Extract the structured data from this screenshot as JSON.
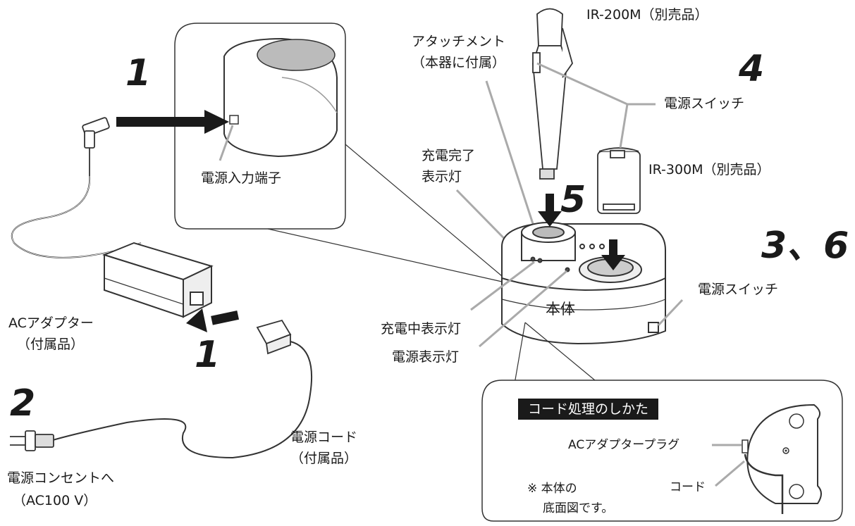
{
  "steps": {
    "s1_top": "1",
    "s1_mid": "1",
    "s2": "2",
    "s3_6": "3、6",
    "s4": "4",
    "s5": "5"
  },
  "labels": {
    "ir200m": "IR-200M（別売品）",
    "ir300m": "IR-300M（別売品）",
    "attachment_1": "アタッチメント",
    "attachment_2": "（本器に付属）",
    "power_switch_mic": "電源スイッチ",
    "power_switch_body": "電源スイッチ",
    "charge_complete_1": "充電完了",
    "charge_complete_2": "表示灯",
    "power_input": "電源入力端子",
    "charging_lamp": "充電中表示灯",
    "power_lamp": "電源表示灯",
    "body": "本体",
    "ac_adapter_1": "ACアダプター",
    "ac_adapter_2": "（付属品）",
    "power_cord_1": "電源コード",
    "power_cord_2": "（付属品）",
    "outlet_1": "電源コンセントへ",
    "outlet_2": "（AC100 V）"
  },
  "inset": {
    "title": "コード処理のしかた",
    "plug_label": "ACアダプタープラグ",
    "cord_label": "コード",
    "note_1": "※ 本体の",
    "note_2": "底面図です。"
  }
}
